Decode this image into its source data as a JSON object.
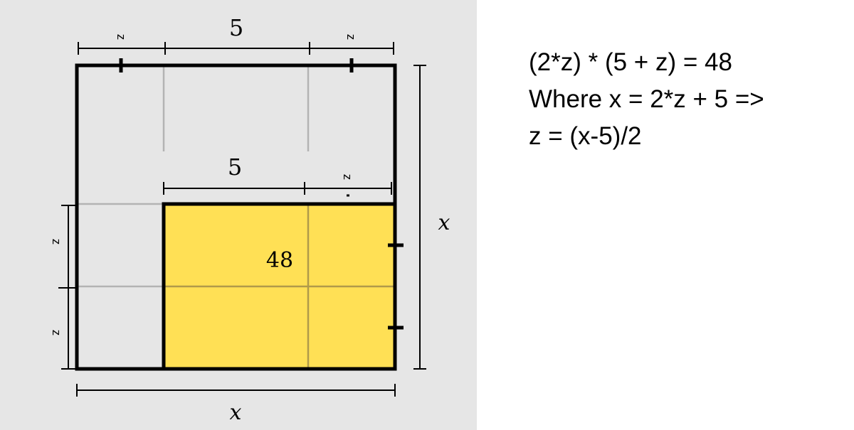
{
  "diagram": {
    "top_labels": {
      "z_left": "z",
      "five": "5",
      "z_right": "z"
    },
    "inner_labels": {
      "five": "5",
      "z": "z"
    },
    "left_labels": {
      "z_top": "z",
      "z_bottom": "z"
    },
    "right_label": "x",
    "bottom_label": "x",
    "area_label": "48",
    "colors": {
      "background": "#e6e6e6",
      "fill": "#ffe055",
      "stroke": "#000000",
      "grid": "#b0b0b0"
    }
  },
  "equations": [
    "(2*z) * (5 + z) = 48",
    "Where x = 2*z + 5 =>",
    "z = (x-5)/2"
  ]
}
